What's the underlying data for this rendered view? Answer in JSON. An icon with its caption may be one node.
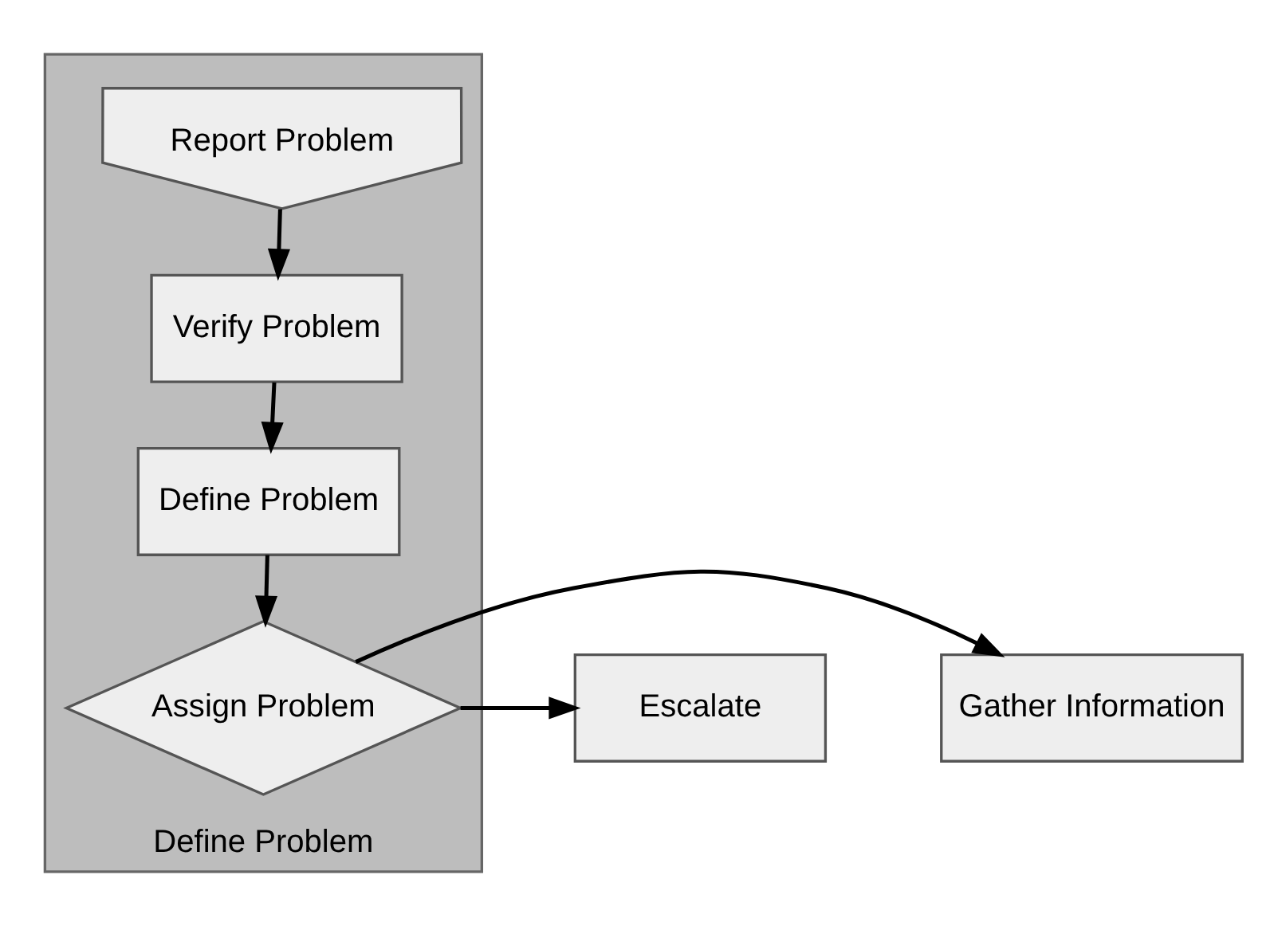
{
  "diagram": {
    "nodes": [
      {
        "text": [
          "Define Problem"
        ]
      },
      {
        "text": [
          "Report Problem"
        ],
        "in": 0
      },
      {
        "text": [
          "Verify Problem"
        ],
        "in": 0
      },
      {
        "text": [
          "Define Problem"
        ],
        "in": 0
      },
      {
        "text": [
          "Assign Problem"
        ],
        "in": 0
      },
      {
        "text": [
          "Escalate"
        ]
      },
      {
        "text": [
          "Gather Information"
        ]
      }
    ],
    "edges": [
      {
        "from": 1,
        "to": 2,
        "arrow": "to"
      },
      {
        "from": 2,
        "to": 3,
        "arrow": "to"
      },
      {
        "from": 3,
        "to": 4,
        "arrow": "to"
      },
      {
        "from": 4,
        "to": 5,
        "arrow": "to"
      },
      {
        "from": 4,
        "to": 6,
        "arrow": "to"
      }
    ]
  }
}
